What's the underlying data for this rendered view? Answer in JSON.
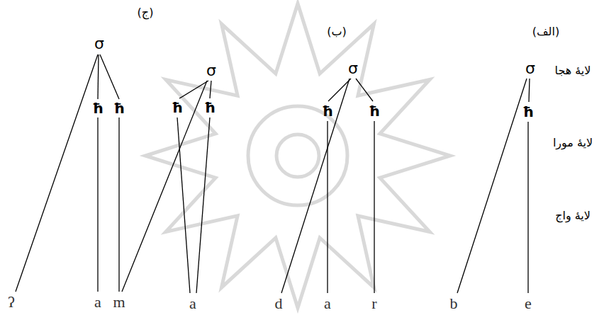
{
  "diagram": {
    "labels": [
      "(ج)",
      "(ب)",
      "(الف)",
      "لایهٔ هجا",
      "لایهٔ مورا",
      "لایهٔ واج",
      "σ",
      "σ",
      "σ",
      "σ",
      "ħ",
      "ħ",
      "ħ",
      "ħ",
      "ħ",
      "ħ",
      "ħ",
      "ʔ",
      "a",
      "m",
      "a",
      "d",
      "a",
      "r",
      "b",
      "e"
    ]
  }
}
